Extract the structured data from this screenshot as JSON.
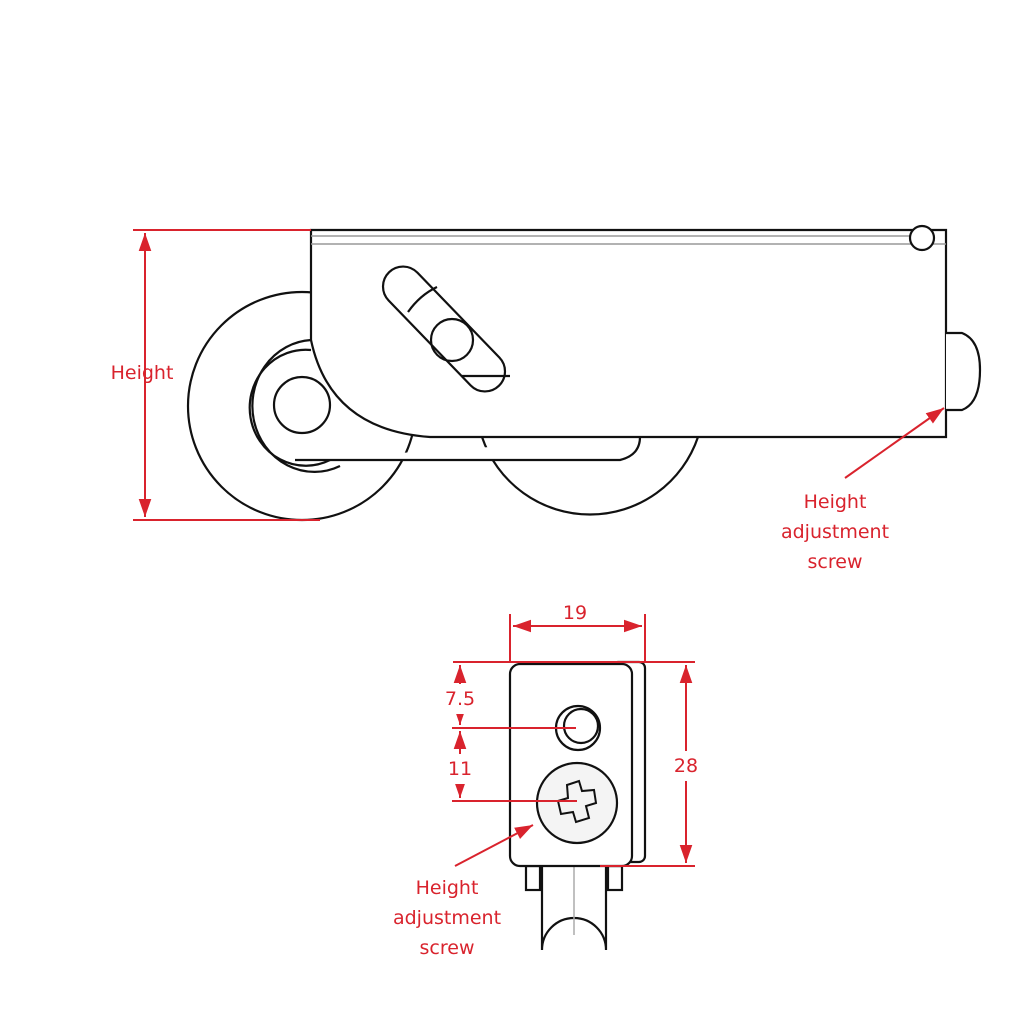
{
  "colors": {
    "dimension": "#d9232d",
    "outline": "#111111"
  },
  "side_view": {
    "height_label": "Height",
    "callout": [
      "Height",
      "adjustment",
      "screw"
    ]
  },
  "front_view": {
    "width_value": "19",
    "height_value": "28",
    "top_to_hole_value": "7.5",
    "hole_to_screw_value": "11",
    "callout": [
      "Height",
      "adjustment",
      "screw"
    ]
  }
}
